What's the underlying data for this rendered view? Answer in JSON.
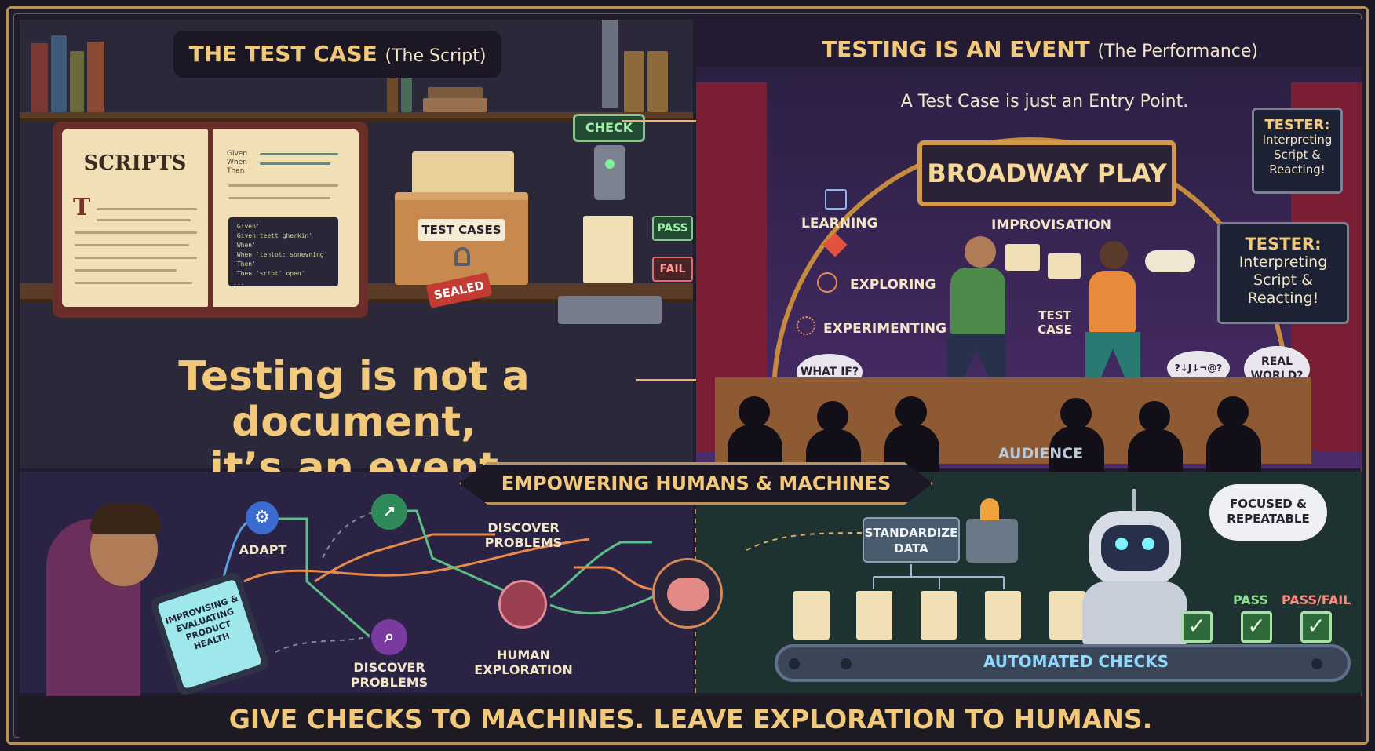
{
  "top_left": {
    "title_main": "THE TEST CASE",
    "title_sub": "(The Script)",
    "book_title": "SCRIPTS",
    "book_initial": "T",
    "page_small_lines": [
      "Given",
      "When",
      "Then"
    ],
    "code_lines": [
      "'Given'",
      "  'Given teett gherkin'",
      "'When'",
      "  'When 'tenlot: sonevning'",
      "'Then'",
      "  'Then 'sript' open'",
      "..."
    ],
    "box_label": "TEST CASES",
    "sealed_label": "SEALED",
    "check_label": "CHECK",
    "pass_label": "PASS",
    "fail_label": "FAIL"
  },
  "main_statement": {
    "line1": "Testing is not a document,",
    "line2": "it’s an event"
  },
  "top_right": {
    "title_main": "TESTING IS AN EVENT",
    "title_sub": "(The Performance)",
    "subtitle": "A Test Case is just an Entry Point.",
    "marquee": "BROADWAY PLAY",
    "sign_small": {
      "head": "TESTER:",
      "body": "Interpreting Script & Reacting!"
    },
    "sign_large": {
      "head": "TESTER:",
      "body": "Interpreting Script & Reacting!"
    },
    "labels": {
      "learning": "LEARNING",
      "exploring": "EXPLORING",
      "experimenting": "EXPERIMENTING",
      "improvisation": "IMPROVISATION",
      "test_case": "TEST CASE"
    },
    "bubbles": {
      "what_if": "WHAT IF?",
      "mumble": "?↓J↓¬@?",
      "real_world": "REAL WORLD?"
    },
    "audience": "AUDIENCE"
  },
  "banner": "EMPOWERING HUMANS & MACHINES",
  "bottom_left": {
    "tablet_text": "IMPROVISING & EVALUATING PRODUCT HEALTH",
    "adapt": "ADAPT",
    "discover_top": "DISCOVER PROBLEMS",
    "discover_bottom": "DISCOVER PROBLEMS",
    "human_exploration": "HUMAN EXPLORATION"
  },
  "bottom_right": {
    "standardize": "STANDARDIZE DATA",
    "focused": "FOCUSED & REPEATABLE",
    "pass": "PASS",
    "pass_fail": "PASS/FAIL",
    "automated": "AUTOMATED CHECKS",
    "check_mark": "✓"
  },
  "footer": "GIVE CHECKS TO MACHINES. LEAVE EXPLORATION TO HUMANS.",
  "colors": {
    "gold": "#f2c97a",
    "cream": "#f3e6c8",
    "curtain": "#7a1e34",
    "pass_green": "#2f6a3a",
    "fail_red": "#c33b33",
    "flow_orange": "#e98a4d",
    "flow_green": "#5bbf86",
    "flow_blue": "#5aa0e0"
  }
}
